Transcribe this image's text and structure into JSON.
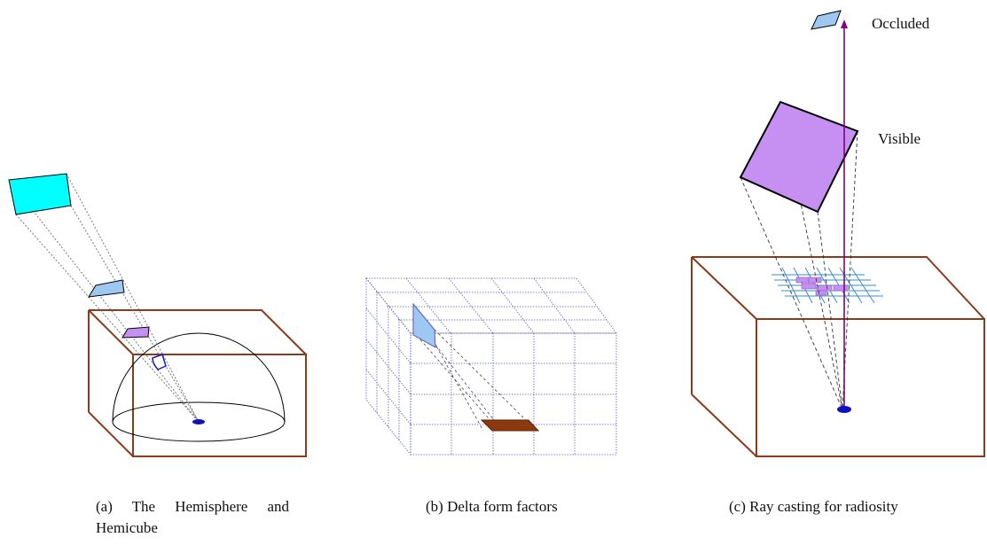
{
  "captions": {
    "a_line1": "(a)   The   Hemisphere   and",
    "a_line2": "Hemicube",
    "b": "(b) Delta form factors",
    "c": "(c) Ray casting for radiosity"
  },
  "labels": {
    "occluded": "Occluded",
    "visible": "Visible"
  },
  "colors": {
    "box_edge": "#8b3a1a",
    "cyan_patch": "#00ffff",
    "blue_patch": "#9cc8f2",
    "violet_patch": "#c590f2",
    "brown_cell": "#8b3a10",
    "ray": "#800080",
    "point": "#1010c0",
    "grid_blue": "#5a5ab4",
    "hemicube_grid": "#3a8fc8"
  }
}
